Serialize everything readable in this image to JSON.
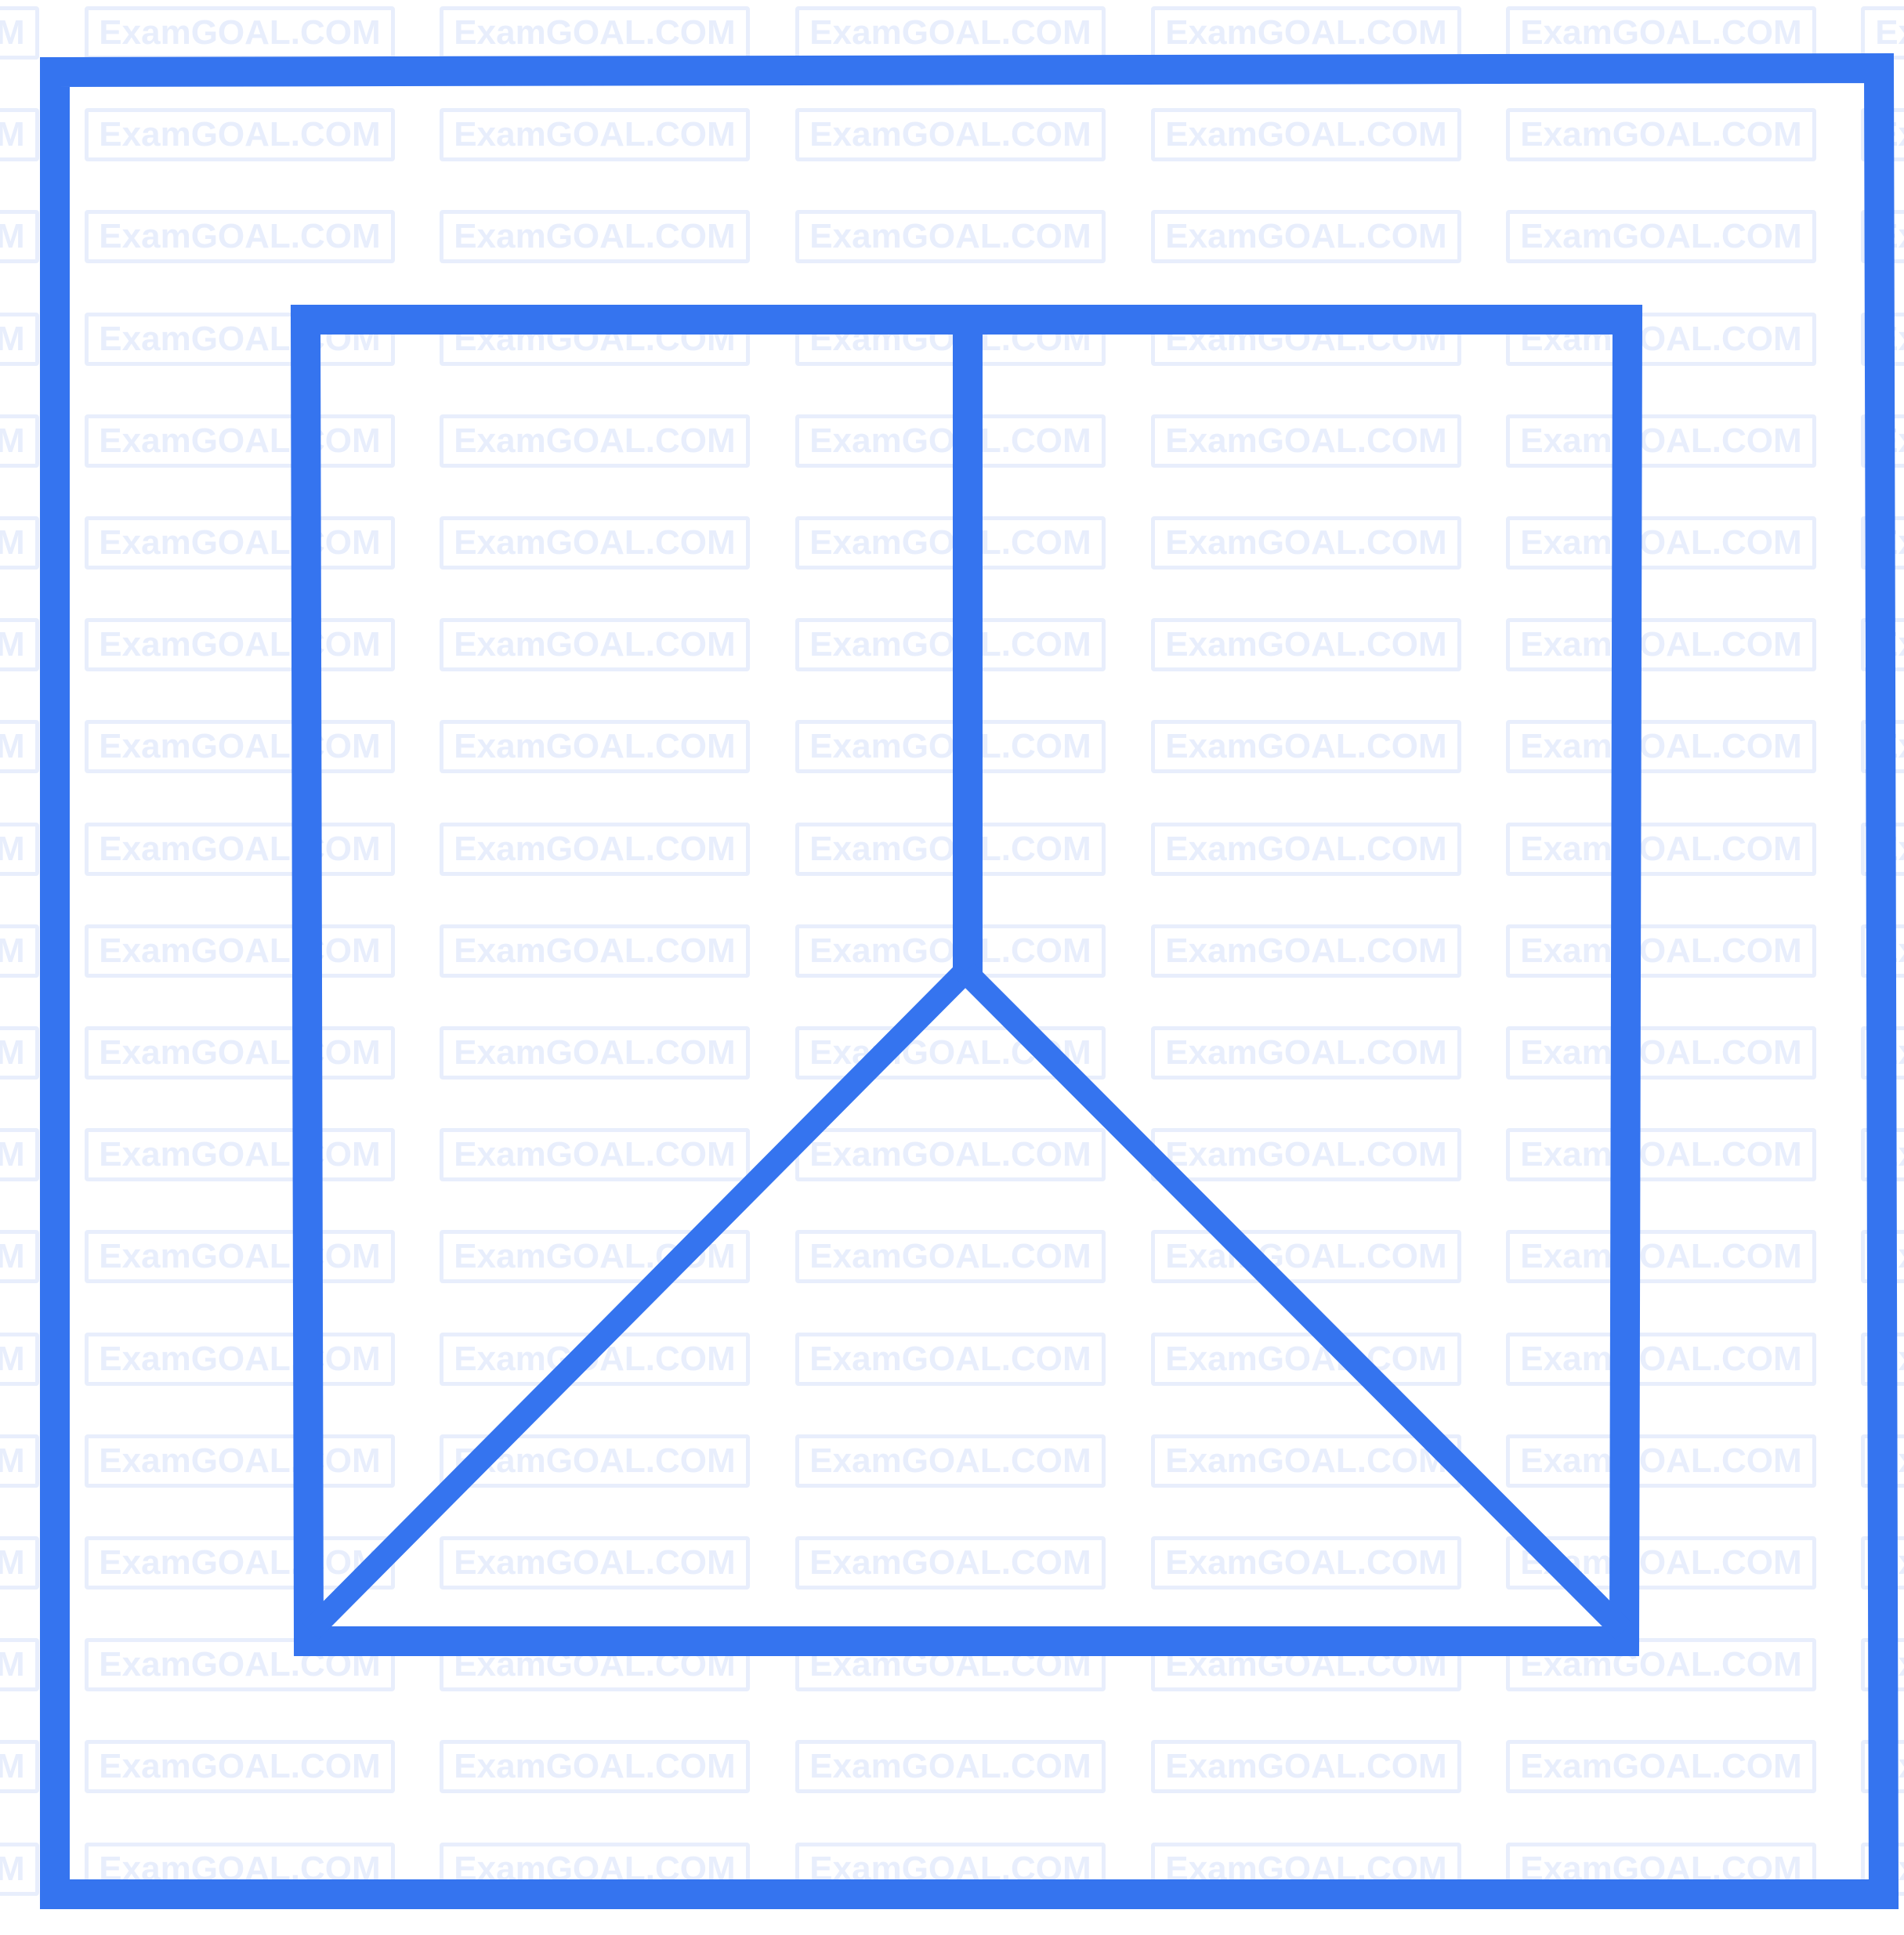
{
  "watermark": {
    "text": "ExamGOAL.COM",
    "color": "#e8eefc"
  },
  "figure": {
    "description_shapes": [
      "outer-square",
      "inner-square",
      "vertical-segment",
      "left-diagonal",
      "right-diagonal"
    ],
    "stroke_color": "#3574ef"
  }
}
